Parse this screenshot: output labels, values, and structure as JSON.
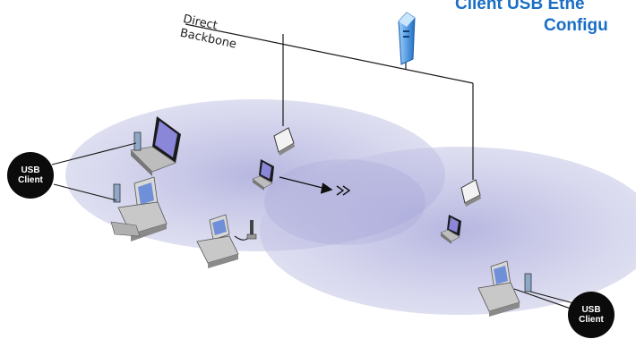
{
  "title": {
    "line1": "Client USB Ethe",
    "line2": "Configu",
    "color": "#1a6fc4"
  },
  "backbone_label": {
    "line1": "Direct",
    "line2": "Backbone"
  },
  "usb_badge_left": {
    "line1": "USB",
    "line2": "Client"
  },
  "usb_badge_right": {
    "line1": "USB",
    "line2": "Client"
  },
  "colors": {
    "coverage": "#b8b8e0",
    "wire": "#1a1a1a",
    "tower": "#2f88d8",
    "device": "#9a9a9a"
  },
  "icons": [
    "server-tower-icon",
    "access-point-icon",
    "laptop-icon",
    "desktop-pc-icon",
    "usb-adapter-icon",
    "roaming-arrow-icon"
  ]
}
